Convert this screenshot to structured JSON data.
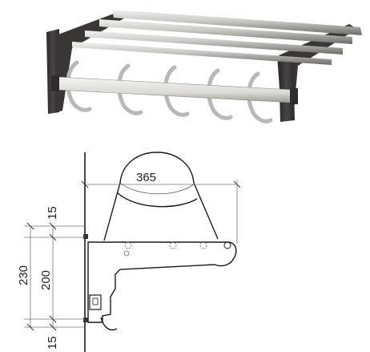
{
  "product": {
    "name": "hat-and-coat-rack",
    "colors": {
      "frame": "#3e3a39",
      "rail_light": "#e6e6e4",
      "rail_mid": "#a8a6a3",
      "rail_dark": "#6d6b68",
      "hook": "#b9b8b6",
      "bar": "#dcdbd8"
    }
  },
  "drawing": {
    "labels": {
      "depth": "365",
      "overall_height": "230",
      "hook_spacing": "200",
      "top_offset": "15",
      "bottom_offset": "15"
    },
    "colors": {
      "line": "#1a1a1a",
      "thin_line": "#777777"
    }
  }
}
